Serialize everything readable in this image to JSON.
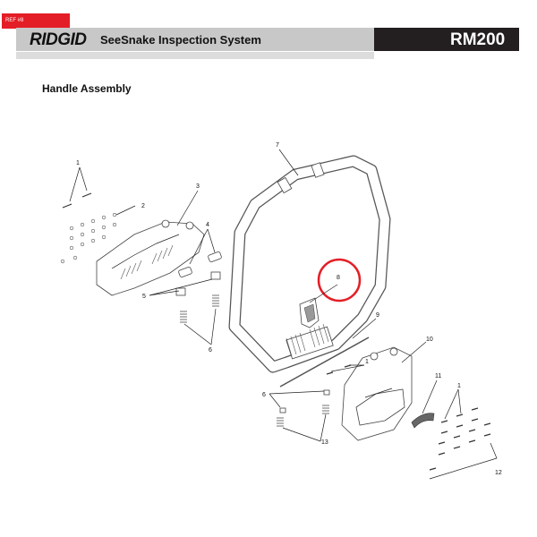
{
  "header": {
    "ref_tag": "REF #8",
    "brand": "RIDGID",
    "product": "SeeSnake Inspection System",
    "model": "RM200"
  },
  "section_title": "Handle Assembly",
  "callouts": {
    "c1a": "1",
    "c2": "2",
    "c3": "3",
    "c4": "4",
    "c5": "5",
    "c6a": "6",
    "c7": "7",
    "c8": "8",
    "c9": "9",
    "c10": "10",
    "c1b": "1",
    "c11": "11",
    "c6b": "6",
    "c13": "13",
    "c1c": "1",
    "c12": "12"
  },
  "colors": {
    "highlight": "#e41e26",
    "header_dark": "#231f20",
    "header_grey": "#c8c8c8"
  }
}
